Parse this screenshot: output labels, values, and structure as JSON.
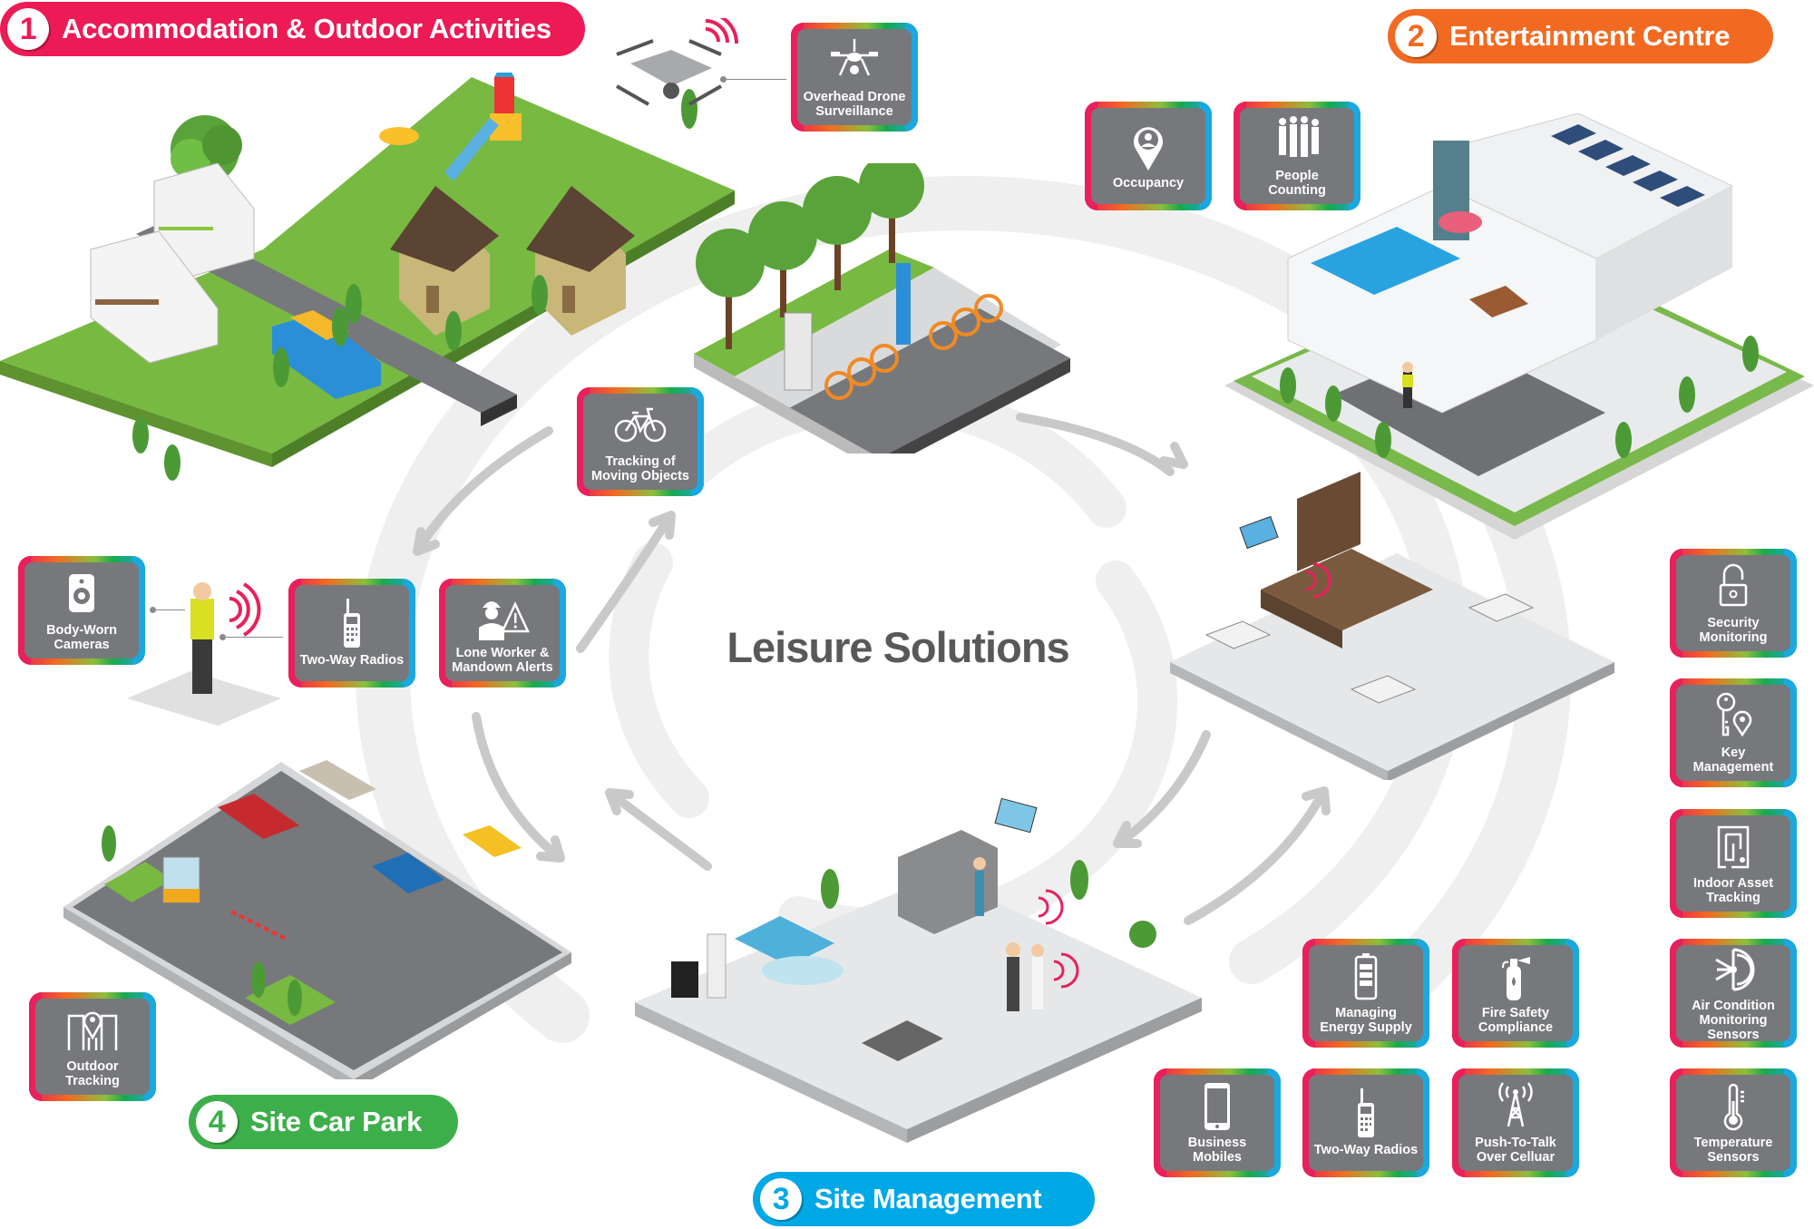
{
  "title": "Leisure Solutions",
  "colors": {
    "section1": "#ec1a55",
    "section2": "#f26a21",
    "section3": "#00a8e6",
    "section4": "#3daf4a",
    "tile_bg": "#77787b",
    "title_text": "#58595b",
    "signal": "#e8205b"
  },
  "sections": [
    {
      "number": "1",
      "label": "Accommodation & Outdoor Activities"
    },
    {
      "number": "2",
      "label": "Entertainment Centre"
    },
    {
      "number": "3",
      "label": "Site Management"
    },
    {
      "number": "4",
      "label": "Site Car Park"
    }
  ],
  "tiles": {
    "drone": {
      "label": "Overhead Drone\nSurveillance",
      "icon": "drone-icon"
    },
    "occupancy": {
      "label": "Occupancy",
      "icon": "location-person-icon"
    },
    "people_counting": {
      "label": "People\nCounting",
      "icon": "people-icon"
    },
    "tracking_moving": {
      "label": "Tracking of\nMoving Objects",
      "icon": "bicycle-icon"
    },
    "body_worn": {
      "label": "Body-Worn\nCameras",
      "icon": "body-camera-icon"
    },
    "two_way_1": {
      "label": "Two-Way Radios",
      "icon": "radio-icon"
    },
    "lone_worker": {
      "label": "Lone Worker &\nMandown Alerts",
      "icon": "worker-warning-icon"
    },
    "security": {
      "label": "Security\nMonitoring",
      "icon": "padlock-icon"
    },
    "key_mgmt": {
      "label": "Key\nManagement",
      "icon": "key-location-icon"
    },
    "indoor_asset": {
      "label": "Indoor Asset\nTracking",
      "icon": "floorplan-icon"
    },
    "air_condition": {
      "label": "Air Condition\nMonitoring Sensors",
      "icon": "snowflake-fan-icon"
    },
    "temperature": {
      "label": "Temperature\nSensors",
      "icon": "thermometer-icon"
    },
    "energy": {
      "label": "Managing\nEnergy Supply",
      "icon": "battery-icon"
    },
    "fire": {
      "label": "Fire Safety\nCompliance",
      "icon": "fire-extinguisher-icon"
    },
    "business_mobiles": {
      "label": "Business\nMobiles",
      "icon": "smartphone-icon"
    },
    "two_way_2": {
      "label": "Two-Way Radios",
      "icon": "radio-icon"
    },
    "ptt": {
      "label": "Push-To-Talk\nOver Celluar",
      "icon": "cell-tower-icon"
    },
    "outdoor_tracking": {
      "label": "Outdoor\nTracking",
      "icon": "outdoor-location-icon"
    }
  }
}
